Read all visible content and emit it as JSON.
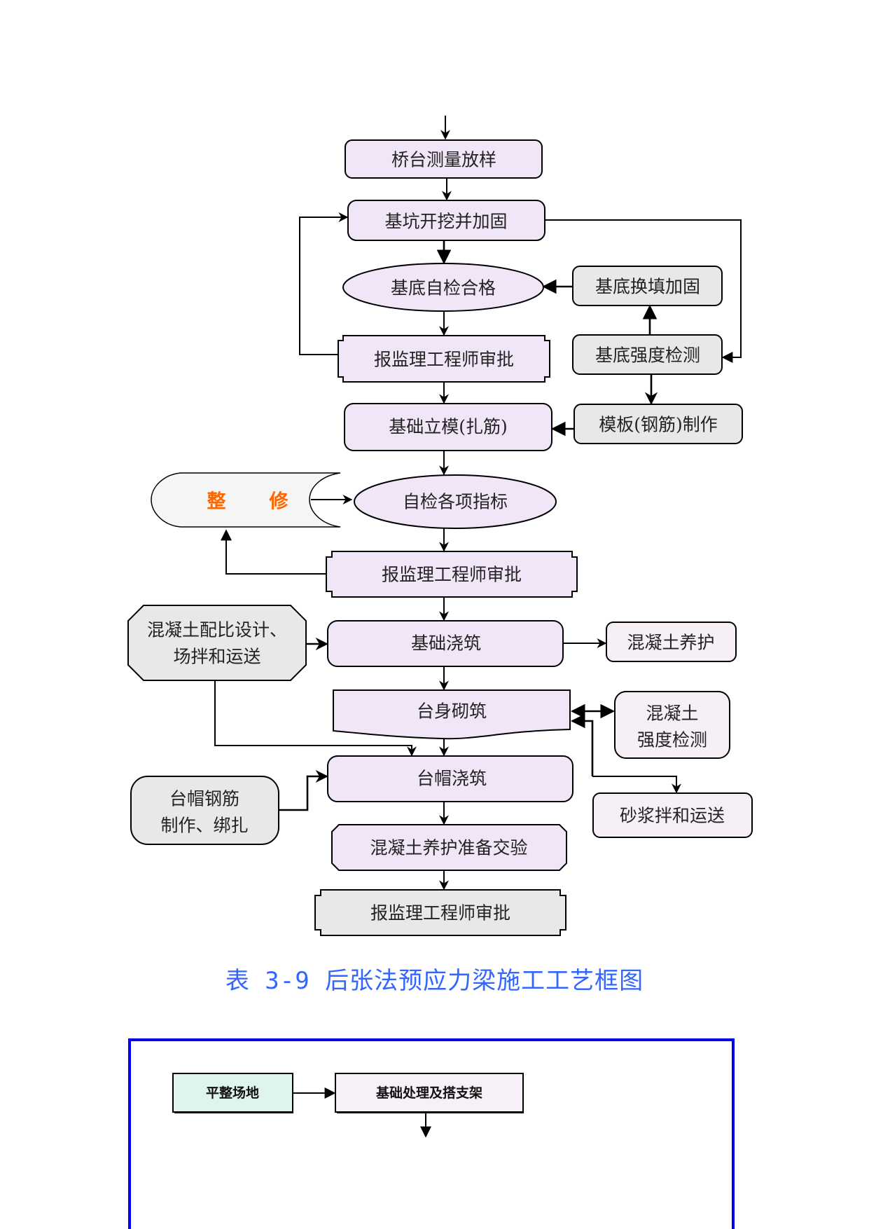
{
  "colors": {
    "process_fill": "#f1e6f7",
    "gray_fill": "#e8e8e8",
    "light_fill": "#f6f0f6",
    "teal_fill": "#dff3ef",
    "pink_fill": "#f8f0f8",
    "rework_fill": "#f5f5f5",
    "rework_text": "#ff6600",
    "caption_blue": "#3366ff",
    "frame_blue": "#0000ee"
  },
  "flowchart_top": {
    "nodes": {
      "survey": "桥台测量放样",
      "excavation": "基坑开挖并加固",
      "base_selfcheck": "基底自检合格",
      "base_replace": "基底换填加固",
      "approval_1": "报监理工程师审批",
      "base_strength": "基底强度检测",
      "formwork": "基础立模(扎筋)",
      "formwork_make": "模板(钢筋)制作",
      "rework_1": "整",
      "rework_2": "修",
      "selfcheck_items": "自检各项指标",
      "approval_2": "报监理工程师审批",
      "mix_design_line1": "混凝土配比设计、",
      "mix_design_line2": "场拌和运送",
      "foundation_pour": "基础浇筑",
      "curing": "混凝土养护",
      "abutment_masonry": "台身砌筑",
      "strength_test_line1": "混凝土",
      "strength_test_line2": "强度检测",
      "cap_rebar_line1": "台帽钢筋",
      "cap_rebar_line2": "制作、绑扎",
      "cap_pour": "台帽浇筑",
      "mortar": "砂浆拌和运送",
      "curing_handover": "混凝土养护准备交验",
      "approval_3": "报监理工程师审批"
    }
  },
  "caption": "表 3-9 后张法预应力梁施工工艺框图",
  "flowchart_bottom": {
    "nodes": {
      "site_leveling": "平整场地",
      "foundation_support": "基础处理及搭支架"
    }
  }
}
